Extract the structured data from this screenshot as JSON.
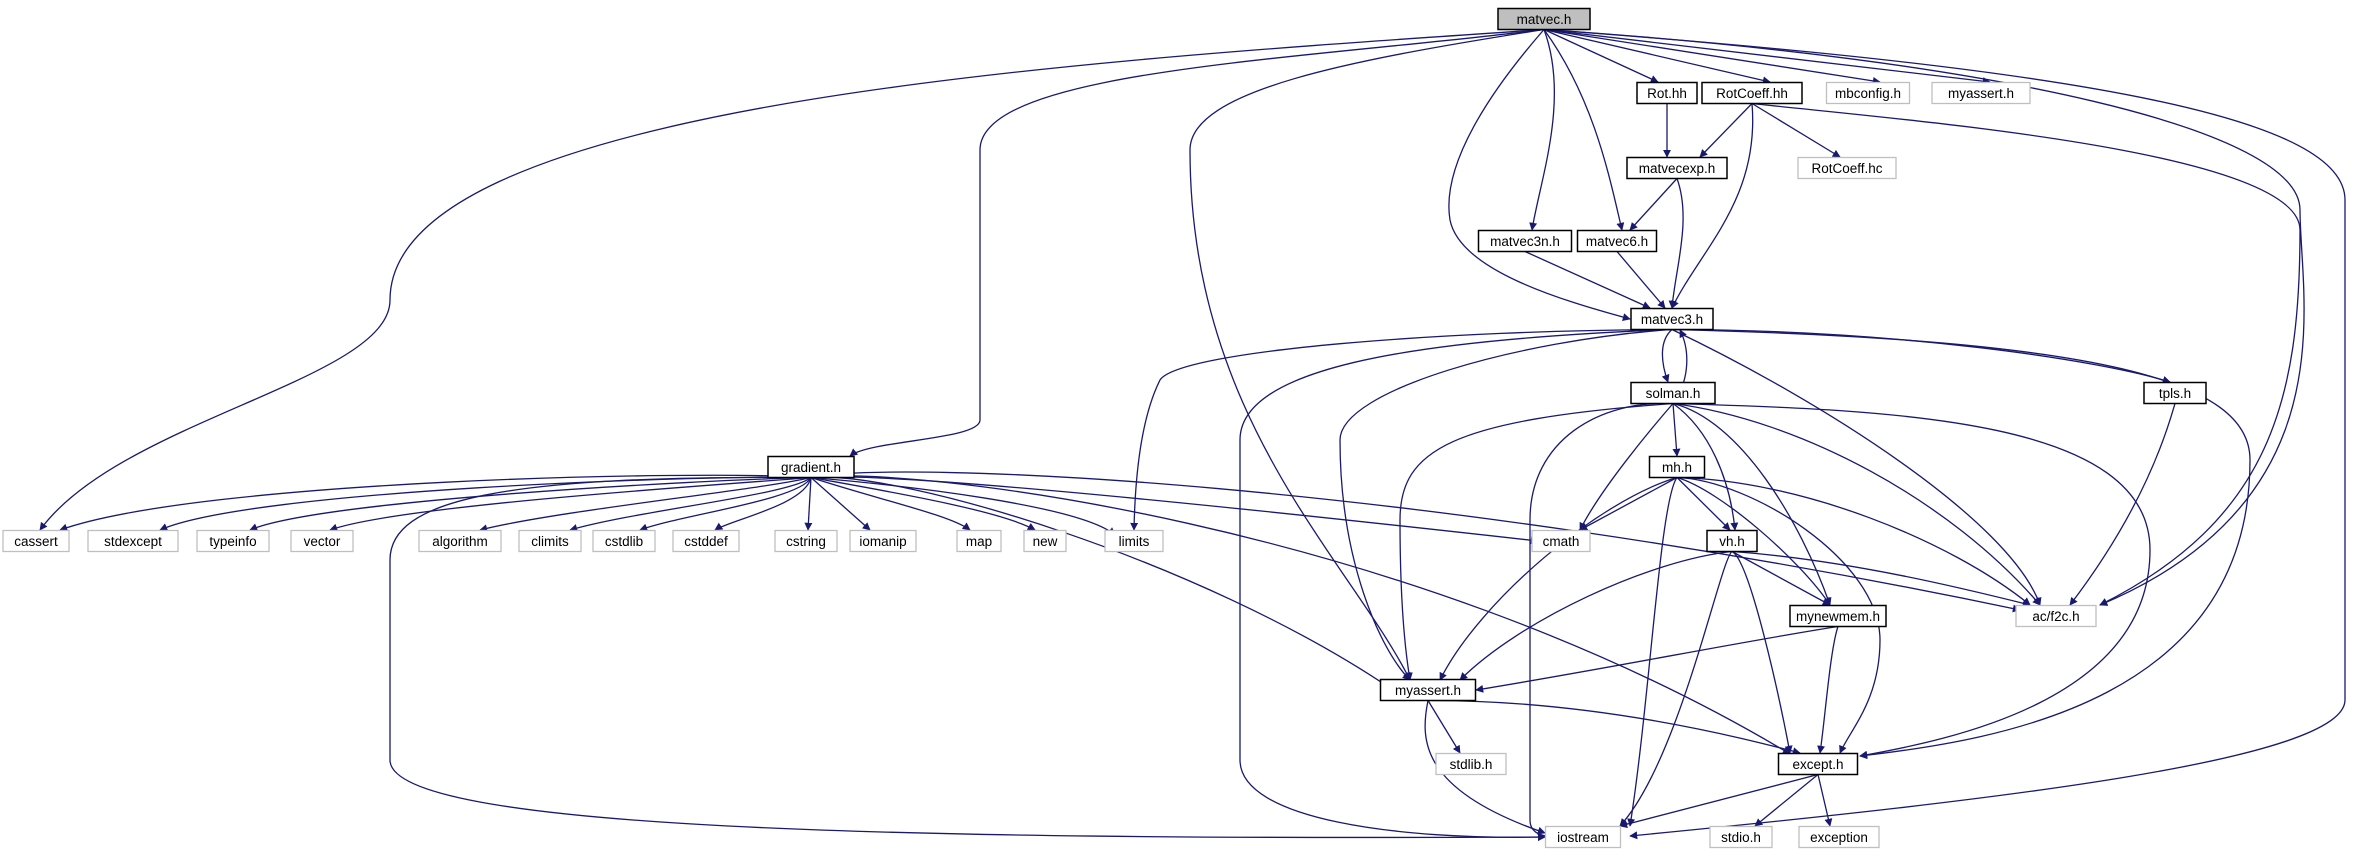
{
  "graph": {
    "title": "",
    "colors": {
      "edge": "#191970",
      "root_fill": "#bfbfbf",
      "internal_border": "#000000",
      "external_border": "#bfbfbf"
    },
    "nodes": [
      {
        "id": "matvec_h",
        "label": "matvec.h",
        "kind": "root"
      },
      {
        "id": "cassert",
        "label": "cassert",
        "kind": "external"
      },
      {
        "id": "gradient_h",
        "label": "gradient.h",
        "kind": "internal"
      },
      {
        "id": "myassert_h",
        "label": "myassert.h",
        "kind": "internal"
      },
      {
        "id": "matvec3_h",
        "label": "matvec3.h",
        "kind": "internal"
      },
      {
        "id": "matvec3n_h",
        "label": "matvec3n.h",
        "kind": "internal"
      },
      {
        "id": "matvec6_h",
        "label": "matvec6.h",
        "kind": "internal"
      },
      {
        "id": "rot_hh",
        "label": "Rot.hh",
        "kind": "internal"
      },
      {
        "id": "rotcoeff_hh",
        "label": "RotCoeff.hh",
        "kind": "internal"
      },
      {
        "id": "mbconfig_h",
        "label": "mbconfig.h",
        "kind": "external"
      },
      {
        "id": "myassert_h_ext",
        "label": "myassert.h",
        "kind": "external"
      },
      {
        "id": "iostream",
        "label": "iostream",
        "kind": "external"
      },
      {
        "id": "af2c_h",
        "label": "ac/f2c.h",
        "kind": "external"
      },
      {
        "id": "stdexcept",
        "label": "stdexcept",
        "kind": "external"
      },
      {
        "id": "typeinfo",
        "label": "typeinfo",
        "kind": "external"
      },
      {
        "id": "vector",
        "label": "vector",
        "kind": "external"
      },
      {
        "id": "algorithm",
        "label": "algorithm",
        "kind": "external"
      },
      {
        "id": "climits",
        "label": "climits",
        "kind": "external"
      },
      {
        "id": "cstdlib",
        "label": "cstdlib",
        "kind": "external"
      },
      {
        "id": "cstddef",
        "label": "cstddef",
        "kind": "external"
      },
      {
        "id": "cstring",
        "label": "cstring",
        "kind": "external"
      },
      {
        "id": "iomanip",
        "label": "iomanip",
        "kind": "external"
      },
      {
        "id": "map",
        "label": "map",
        "kind": "external"
      },
      {
        "id": "new",
        "label": "new",
        "kind": "external"
      },
      {
        "id": "limits",
        "label": "limits",
        "kind": "external"
      },
      {
        "id": "cmath",
        "label": "cmath",
        "kind": "external"
      },
      {
        "id": "except_h",
        "label": "except.h",
        "kind": "internal"
      },
      {
        "id": "stdlib_h",
        "label": "stdlib.h",
        "kind": "external"
      },
      {
        "id": "stdio_h",
        "label": "stdio.h",
        "kind": "external"
      },
      {
        "id": "exception",
        "label": "exception",
        "kind": "external"
      },
      {
        "id": "matvecexp_h",
        "label": "matvecexp.h",
        "kind": "internal"
      },
      {
        "id": "rotcoeff_hc",
        "label": "RotCoeff.hc",
        "kind": "external"
      },
      {
        "id": "solman_h",
        "label": "solman.h",
        "kind": "internal"
      },
      {
        "id": "tpls_h",
        "label": "tpls.h",
        "kind": "internal"
      },
      {
        "id": "mh_h",
        "label": "mh.h",
        "kind": "internal"
      },
      {
        "id": "vh_h",
        "label": "vh.h",
        "kind": "internal"
      },
      {
        "id": "mynewmem_h",
        "label": "mynewmem.h",
        "kind": "internal"
      }
    ]
  }
}
